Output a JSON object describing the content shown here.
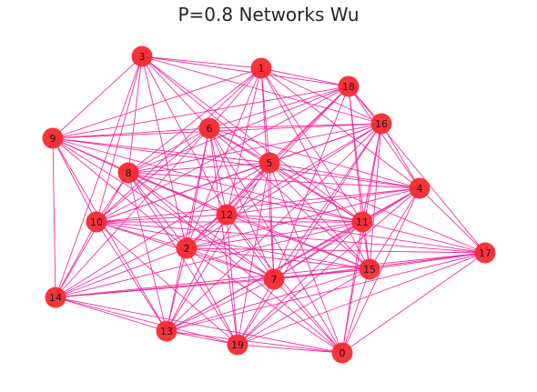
{
  "title": "P=0.8 Networks Wu",
  "colors": {
    "edge": "#f0269a",
    "node": "#f52a30",
    "label": "#1a1a1a",
    "background": "#ffffff"
  },
  "nodes": [
    {
      "id": "0"
    },
    {
      "id": "1"
    },
    {
      "id": "2"
    },
    {
      "id": "3"
    },
    {
      "id": "4"
    },
    {
      "id": "5"
    },
    {
      "id": "6"
    },
    {
      "id": "7"
    },
    {
      "id": "8"
    },
    {
      "id": "9"
    },
    {
      "id": "10"
    },
    {
      "id": "11"
    },
    {
      "id": "12"
    },
    {
      "id": "13"
    },
    {
      "id": "14"
    },
    {
      "id": "15"
    },
    {
      "id": "16"
    },
    {
      "id": "17"
    },
    {
      "id": "18"
    },
    {
      "id": "19"
    }
  ],
  "edges": [
    [
      "3",
      "1"
    ],
    [
      "3",
      "9"
    ],
    [
      "3",
      "6"
    ],
    [
      "3",
      "8"
    ],
    [
      "3",
      "10"
    ],
    [
      "3",
      "12"
    ],
    [
      "3",
      "5"
    ],
    [
      "3",
      "2"
    ],
    [
      "3",
      "18"
    ],
    [
      "3",
      "16"
    ],
    [
      "3",
      "11"
    ],
    [
      "3",
      "14"
    ],
    [
      "1",
      "18"
    ],
    [
      "1",
      "6"
    ],
    [
      "1",
      "8"
    ],
    [
      "1",
      "5"
    ],
    [
      "1",
      "12"
    ],
    [
      "1",
      "2"
    ],
    [
      "1",
      "11"
    ],
    [
      "1",
      "16"
    ],
    [
      "1",
      "7"
    ],
    [
      "1",
      "10"
    ],
    [
      "1",
      "9"
    ],
    [
      "1",
      "15"
    ],
    [
      "1",
      "4"
    ],
    [
      "18",
      "16"
    ],
    [
      "18",
      "6"
    ],
    [
      "18",
      "5"
    ],
    [
      "18",
      "8"
    ],
    [
      "18",
      "12"
    ],
    [
      "18",
      "11"
    ],
    [
      "18",
      "7"
    ],
    [
      "18",
      "9"
    ],
    [
      "18",
      "10"
    ],
    [
      "18",
      "2"
    ],
    [
      "18",
      "15"
    ],
    [
      "18",
      "4"
    ],
    [
      "18",
      "17"
    ],
    [
      "16",
      "5"
    ],
    [
      "16",
      "6"
    ],
    [
      "16",
      "12"
    ],
    [
      "16",
      "11"
    ],
    [
      "16",
      "7"
    ],
    [
      "16",
      "4"
    ],
    [
      "16",
      "15"
    ],
    [
      "16",
      "0"
    ],
    [
      "16",
      "8"
    ],
    [
      "16",
      "13"
    ],
    [
      "16",
      "10"
    ],
    [
      "16",
      "2"
    ],
    [
      "16",
      "19"
    ],
    [
      "16",
      "9"
    ],
    [
      "9",
      "6"
    ],
    [
      "9",
      "8"
    ],
    [
      "9",
      "10"
    ],
    [
      "9",
      "12"
    ],
    [
      "9",
      "14"
    ],
    [
      "9",
      "13"
    ],
    [
      "9",
      "5"
    ],
    [
      "9",
      "2"
    ],
    [
      "9",
      "4"
    ],
    [
      "9",
      "7"
    ],
    [
      "9",
      "11"
    ],
    [
      "6",
      "8"
    ],
    [
      "6",
      "5"
    ],
    [
      "6",
      "12"
    ],
    [
      "6",
      "10"
    ],
    [
      "6",
      "2"
    ],
    [
      "6",
      "11"
    ],
    [
      "6",
      "4"
    ],
    [
      "6",
      "7"
    ],
    [
      "6",
      "13"
    ],
    [
      "6",
      "15"
    ],
    [
      "6",
      "0"
    ],
    [
      "6",
      "19"
    ],
    [
      "6",
      "14"
    ],
    [
      "8",
      "5"
    ],
    [
      "8",
      "12"
    ],
    [
      "8",
      "10"
    ],
    [
      "8",
      "2"
    ],
    [
      "8",
      "11"
    ],
    [
      "8",
      "4"
    ],
    [
      "8",
      "7"
    ],
    [
      "8",
      "13"
    ],
    [
      "8",
      "19"
    ],
    [
      "8",
      "15"
    ],
    [
      "8",
      "14"
    ],
    [
      "8",
      "0"
    ],
    [
      "5",
      "12"
    ],
    [
      "5",
      "4"
    ],
    [
      "5",
      "11"
    ],
    [
      "5",
      "10"
    ],
    [
      "5",
      "2"
    ],
    [
      "5",
      "7"
    ],
    [
      "5",
      "15"
    ],
    [
      "5",
      "17"
    ],
    [
      "5",
      "13"
    ],
    [
      "5",
      "19"
    ],
    [
      "5",
      "0"
    ],
    [
      "5",
      "14"
    ],
    [
      "4",
      "11"
    ],
    [
      "4",
      "12"
    ],
    [
      "4",
      "17"
    ],
    [
      "4",
      "15"
    ],
    [
      "4",
      "7"
    ],
    [
      "4",
      "0"
    ],
    [
      "4",
      "2"
    ],
    [
      "4",
      "19"
    ],
    [
      "4",
      "13"
    ],
    [
      "4",
      "10"
    ],
    [
      "10",
      "12"
    ],
    [
      "10",
      "2"
    ],
    [
      "10",
      "14"
    ],
    [
      "10",
      "13"
    ],
    [
      "10",
      "7"
    ],
    [
      "10",
      "11"
    ],
    [
      "10",
      "19"
    ],
    [
      "10",
      "15"
    ],
    [
      "10",
      "17"
    ],
    [
      "12",
      "11"
    ],
    [
      "12",
      "2"
    ],
    [
      "12",
      "7"
    ],
    [
      "12",
      "15"
    ],
    [
      "12",
      "17"
    ],
    [
      "12",
      "13"
    ],
    [
      "12",
      "14"
    ],
    [
      "12",
      "19"
    ],
    [
      "12",
      "0"
    ],
    [
      "11",
      "2"
    ],
    [
      "11",
      "7"
    ],
    [
      "11",
      "15"
    ],
    [
      "11",
      "17"
    ],
    [
      "11",
      "0"
    ],
    [
      "11",
      "19"
    ],
    [
      "11",
      "13"
    ],
    [
      "11",
      "14"
    ],
    [
      "2",
      "7"
    ],
    [
      "2",
      "15"
    ],
    [
      "2",
      "14"
    ],
    [
      "2",
      "13"
    ],
    [
      "2",
      "19"
    ],
    [
      "2",
      "0"
    ],
    [
      "2",
      "17"
    ],
    [
      "17",
      "15"
    ],
    [
      "17",
      "7"
    ],
    [
      "17",
      "0"
    ],
    [
      "17",
      "19"
    ],
    [
      "17",
      "13"
    ],
    [
      "17",
      "14"
    ],
    [
      "7",
      "15"
    ],
    [
      "7",
      "19"
    ],
    [
      "7",
      "13"
    ],
    [
      "7",
      "0"
    ],
    [
      "7",
      "14"
    ],
    [
      "15",
      "0"
    ],
    [
      "15",
      "19"
    ],
    [
      "15",
      "13"
    ],
    [
      "15",
      "14"
    ],
    [
      "14",
      "13"
    ],
    [
      "14",
      "19"
    ],
    [
      "14",
      "0"
    ],
    [
      "13",
      "19"
    ],
    [
      "13",
      "0"
    ],
    [
      "19",
      "0"
    ]
  ]
}
